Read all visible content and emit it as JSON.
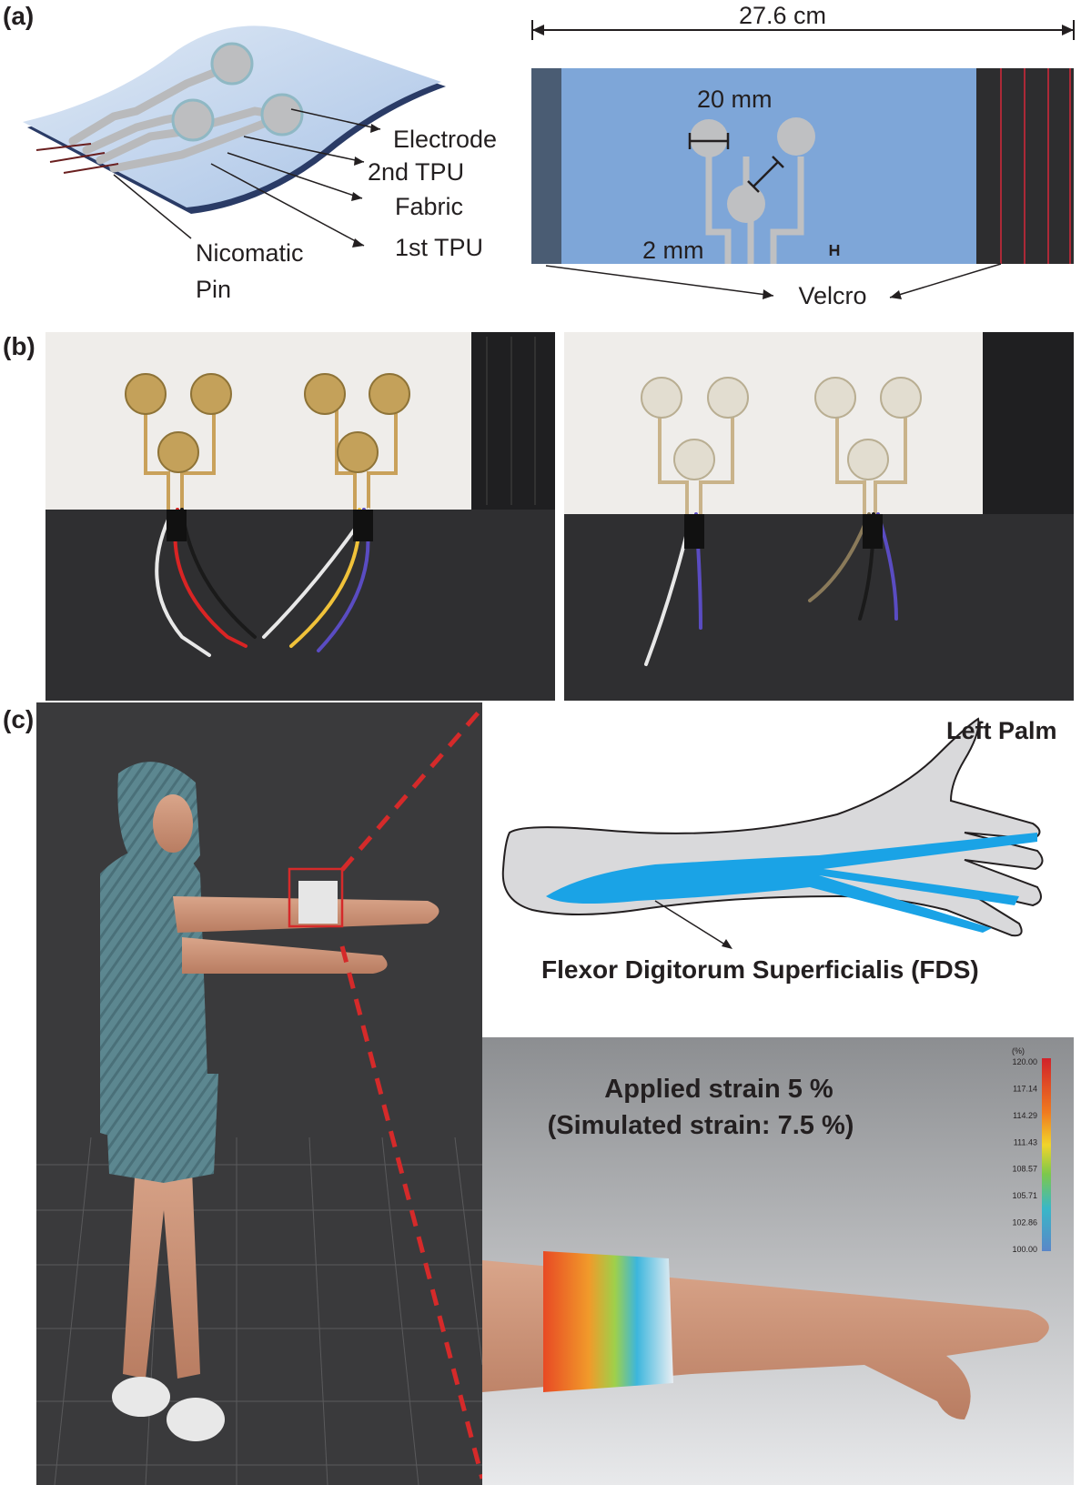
{
  "panels": {
    "a": "(a)",
    "b": "(b)",
    "c": "(c)"
  },
  "panel_a": {
    "layers": {
      "electrode": "Electrode",
      "tpu2": "2nd TPU",
      "fabric": "Fabric",
      "tpu1": "1st TPU",
      "pin_line1": "Nicomatic",
      "pin_line2": "Pin"
    },
    "dimensions": {
      "length": "27.6 cm",
      "diameter": "20 mm",
      "gap": "2 mm",
      "velcro": "Velcro"
    }
  },
  "panel_c": {
    "palm_title": "Left Palm",
    "muscle_label": "Flexor Digitorum Superficialis (FDS)",
    "strain_line1": "Applied strain 5 %",
    "strain_line2": "(Simulated strain: 7.5 %)",
    "colorbar_unit": "(%)",
    "colorbar_ticks": [
      "120.00",
      "117.14",
      "114.29",
      "111.43",
      "108.57",
      "105.71",
      "102.86",
      "100.00"
    ]
  },
  "colors": {
    "band_blue": "#7ea6d8",
    "velcro_dark": "#2d2d2f",
    "velcro_red_line": "#d5283a",
    "scene_bg": "#3a3a3c",
    "muscle_blue": "#1aa3e6",
    "dashed_red": "#d52a2a"
  }
}
